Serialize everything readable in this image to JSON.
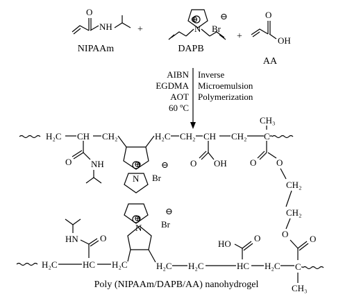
{
  "reactants": {
    "nipaam": {
      "name": "NIPAAm",
      "atom_O": "O",
      "atom_NH": "NH"
    },
    "dapb": {
      "name": "DAPB",
      "atom_N": "N",
      "charge": "⊕",
      "counter_ion": "Br",
      "counter_charge": "⊖"
    },
    "aa": {
      "name": "AA",
      "atom_O": "O",
      "atom_OH": "OH"
    },
    "plus": "+"
  },
  "conditions": {
    "left": [
      "AIBN",
      "EGDMA",
      "AOT",
      "60 ºC"
    ],
    "right": [
      "Inverse",
      "Microemulsion",
      "Polymerization"
    ]
  },
  "product": {
    "chain1": {
      "h2c_a": "H₂C",
      "ch": "CH",
      "ch2_b": "CH₂",
      "h2c_c": "H₂C",
      "ch2_d": "CH₂",
      "ch_e": "CH",
      "ch2_f": "CH₂",
      "c": "C",
      "ch3": "CH₃",
      "amide_O": "O",
      "amide_NH": "NH",
      "n_plus": "N",
      "charge": "⊕",
      "br": "Br",
      "br_charge": "⊖",
      "acid_O": "O",
      "acid_OH": "OH",
      "ester_O1": "O",
      "ester_O2": "O",
      "link_ch2_1": "CH₂",
      "link_ch2_2": "CH₂",
      "ester_O3": "O"
    },
    "chain2": {
      "h2c_a": "H₂C",
      "hc": "HC",
      "h2c_b": "H₂C",
      "h2c_c": "H₂C",
      "hc_d": "HC",
      "h2c_e": "H₂C",
      "c": "C",
      "ch3": "CH₃",
      "amide_HN": "HN",
      "amide_O": "O",
      "n_plus": "N",
      "charge": "⊕",
      "br": "Br",
      "br_charge": "⊖",
      "acid_HO": "HO",
      "acid_O": "O",
      "ester_O": "O",
      "ester_O2": "O"
    },
    "caption": "Poly (NIPAAm/DAPB/AA) nanohydrogel"
  }
}
